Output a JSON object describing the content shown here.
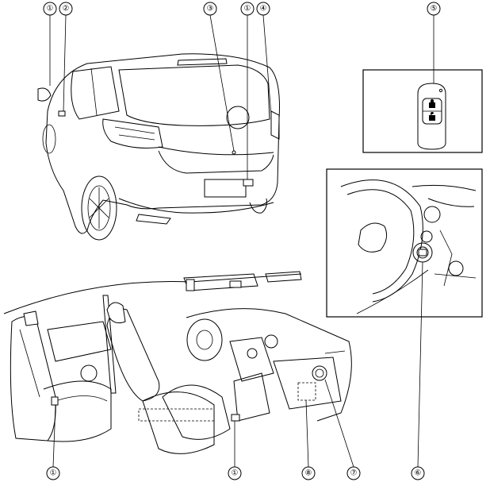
{
  "callouts": [
    {
      "id": "c1a",
      "label": "①"
    },
    {
      "id": "c2",
      "label": "②"
    },
    {
      "id": "c3",
      "label": "③"
    },
    {
      "id": "c1b",
      "label": "①"
    },
    {
      "id": "c4",
      "label": "④"
    },
    {
      "id": "c5",
      "label": "⑤"
    },
    {
      "id": "c1c",
      "label": "①"
    },
    {
      "id": "c1d",
      "label": "①"
    },
    {
      "id": "c8",
      "label": "⑧"
    },
    {
      "id": "c7",
      "label": "⑦"
    },
    {
      "id": "c6",
      "label": "⑥"
    }
  ]
}
